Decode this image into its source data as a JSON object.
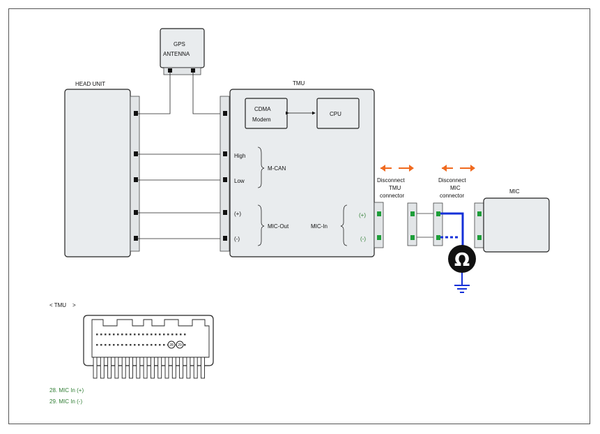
{
  "blocks": {
    "gps_antenna": [
      "GPS",
      "ANTENNA"
    ],
    "head_unit": "HEAD UNIT",
    "tmu": "TMU",
    "cdma_modem": [
      "CDMA",
      "Modem"
    ],
    "cpu": "CPU",
    "mic": "MIC"
  },
  "signals": {
    "high": "High",
    "low": "Low",
    "mcan": "M-CAN",
    "plus": "(+)",
    "minus": "(-)",
    "mic_out": "MIC-Out",
    "mic_in": "MIC-In"
  },
  "disconnect": {
    "tmu": [
      "Disconnect",
      "TMU",
      "connector"
    ],
    "mic": [
      "Disconnect",
      "MIC",
      "connector"
    ]
  },
  "ohm_symbol": "Ω",
  "connector_view": {
    "title": "< TMU",
    "title_suffix": ">",
    "pin_a": "28",
    "pin_b": "29"
  },
  "legend": [
    "28. MIC In (+)",
    "29. MIC In (-)"
  ],
  "colors": {
    "arrow": "#f06a1f",
    "meter_wire": "#1530d8",
    "pin_green": "#1e9e3a",
    "legend_text": "#2e7d32"
  },
  "icons": [
    "double-arrow-icon",
    "ohmmeter-icon",
    "ground-icon"
  ]
}
